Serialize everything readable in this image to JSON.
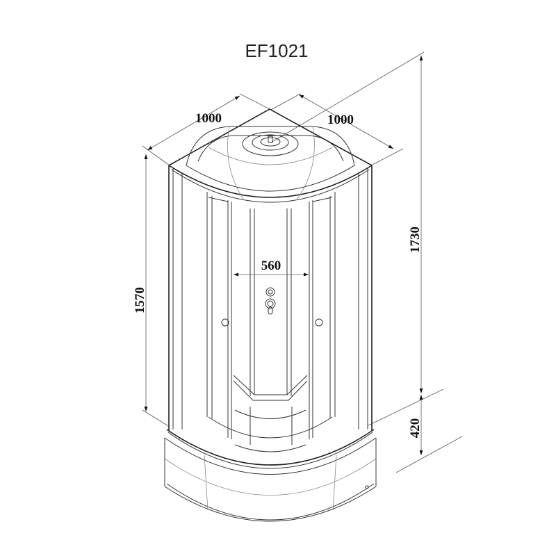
{
  "title": "EF1021",
  "drawing": {
    "subject": "quarter-round shower cabin",
    "dimensions": {
      "width_left": "1000",
      "width_right": "1000",
      "total_height": "1730",
      "cabin_height": "1570",
      "tray_height": "420",
      "door_opening": "560"
    }
  },
  "colors": {
    "background": "#ffffff",
    "line": "#333333",
    "text": "#111111"
  }
}
